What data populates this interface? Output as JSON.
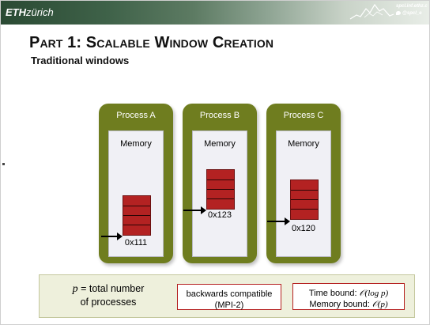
{
  "header": {
    "logo_eth": "ETH",
    "logo_rest": "zürich",
    "link_site": "spcl.inf.ethz.c",
    "link_twitter": "@spcl_e"
  },
  "slide": {
    "title": "Part 1: Scalable Window Creation",
    "subtitle": "Traditional windows"
  },
  "processes": [
    {
      "label": "Process A",
      "memory_label": "Memory",
      "address": "0x111"
    },
    {
      "label": "Process B",
      "memory_label": "Memory",
      "address": "0x123"
    },
    {
      "label": "Process C",
      "memory_label": "Memory",
      "address": "0x120"
    }
  ],
  "footer": {
    "p_var": "p",
    "p_text_1": " = total number",
    "p_text_2": "of processes",
    "compat_1": "backwards compatible",
    "compat_2": "(MPI-2)",
    "time_label": "Time bound: ",
    "time_value": "𝒪(log p)",
    "memory_label": "Memory bound: ",
    "memory_value": "𝒪(p)"
  },
  "colors": {
    "process_green": "#6f7d1f",
    "block_red": "#b32222",
    "footer_bg": "#eef0dc",
    "box_border": "#b52020"
  }
}
